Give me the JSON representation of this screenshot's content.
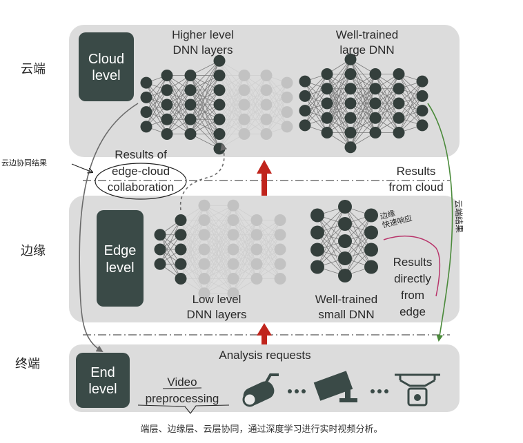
{
  "annotations": {
    "cloud_side": "云端",
    "edge_side": "边缘",
    "end_side": "终端",
    "collab_result": "云边协同结果",
    "cloud_result": "云端结果",
    "edge_quick": "边缘快速响应"
  },
  "cloud": {
    "title_line1": "Cloud",
    "title_line2": "level",
    "higher_line1": "Higher level",
    "higher_line2": "DNN layers",
    "large_line1": "Well-trained",
    "large_line2": "large DNN"
  },
  "middle": {
    "results_of_line1": "Results of",
    "results_of_line2": "edge-cloud",
    "results_of_line3": "collaboration",
    "from_cloud_line1": "Results",
    "from_cloud_line2": "from cloud"
  },
  "edge": {
    "title_line1": "Edge",
    "title_line2": "level",
    "low_line1": "Low level",
    "low_line2": "DNN layers",
    "small_line1": "Well-trained",
    "small_line2": "small DNN",
    "direct_line1": "Results",
    "direct_line2": "directly",
    "direct_line3": "from",
    "direct_line4": "edge"
  },
  "end": {
    "title_line1": "End",
    "title_line2": "level",
    "analysis": "Analysis requests",
    "pre_line1": "Video",
    "pre_line2": "preprocessing"
  },
  "caption": "端层、边缘层、云层协同，通过深度学习进行实时视频分析。",
  "colors": {
    "panel": "#dcdcdc",
    "level_box": "#3a4a47",
    "node_dark": "#343f3c",
    "node_faint": "#c2c2c2",
    "red_arrow": "#c0241c",
    "green_line": "#4a8a3a",
    "pink_line": "#b8336a"
  }
}
